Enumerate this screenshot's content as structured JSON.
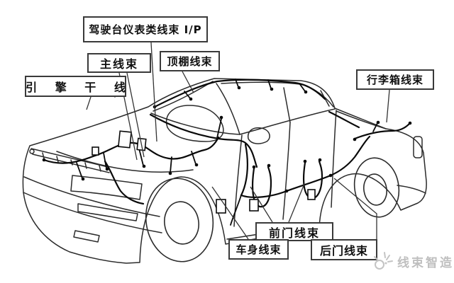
{
  "diagram": {
    "type": "car-wiring-harness-location-diagram",
    "labels": {
      "dashboard": "驾驶台仪表类线束 I/P",
      "main": "主线束",
      "roof": "顶棚线束",
      "engine": "引 擎 干 线",
      "trunk": "行李箱线束",
      "front_door": "前门线束",
      "body": "车身线束",
      "rear_door": "后门线束"
    },
    "colors": {
      "background": "#ffffff",
      "car_line": "#2b2b2b",
      "wiring_line": "#0a0a0a",
      "label_border": "#3a3a3a",
      "label_text": "#111111",
      "watermark": "#bfbfbf"
    }
  },
  "watermark": {
    "text": "线束智造",
    "icon": "sparkle-logo-icon"
  }
}
